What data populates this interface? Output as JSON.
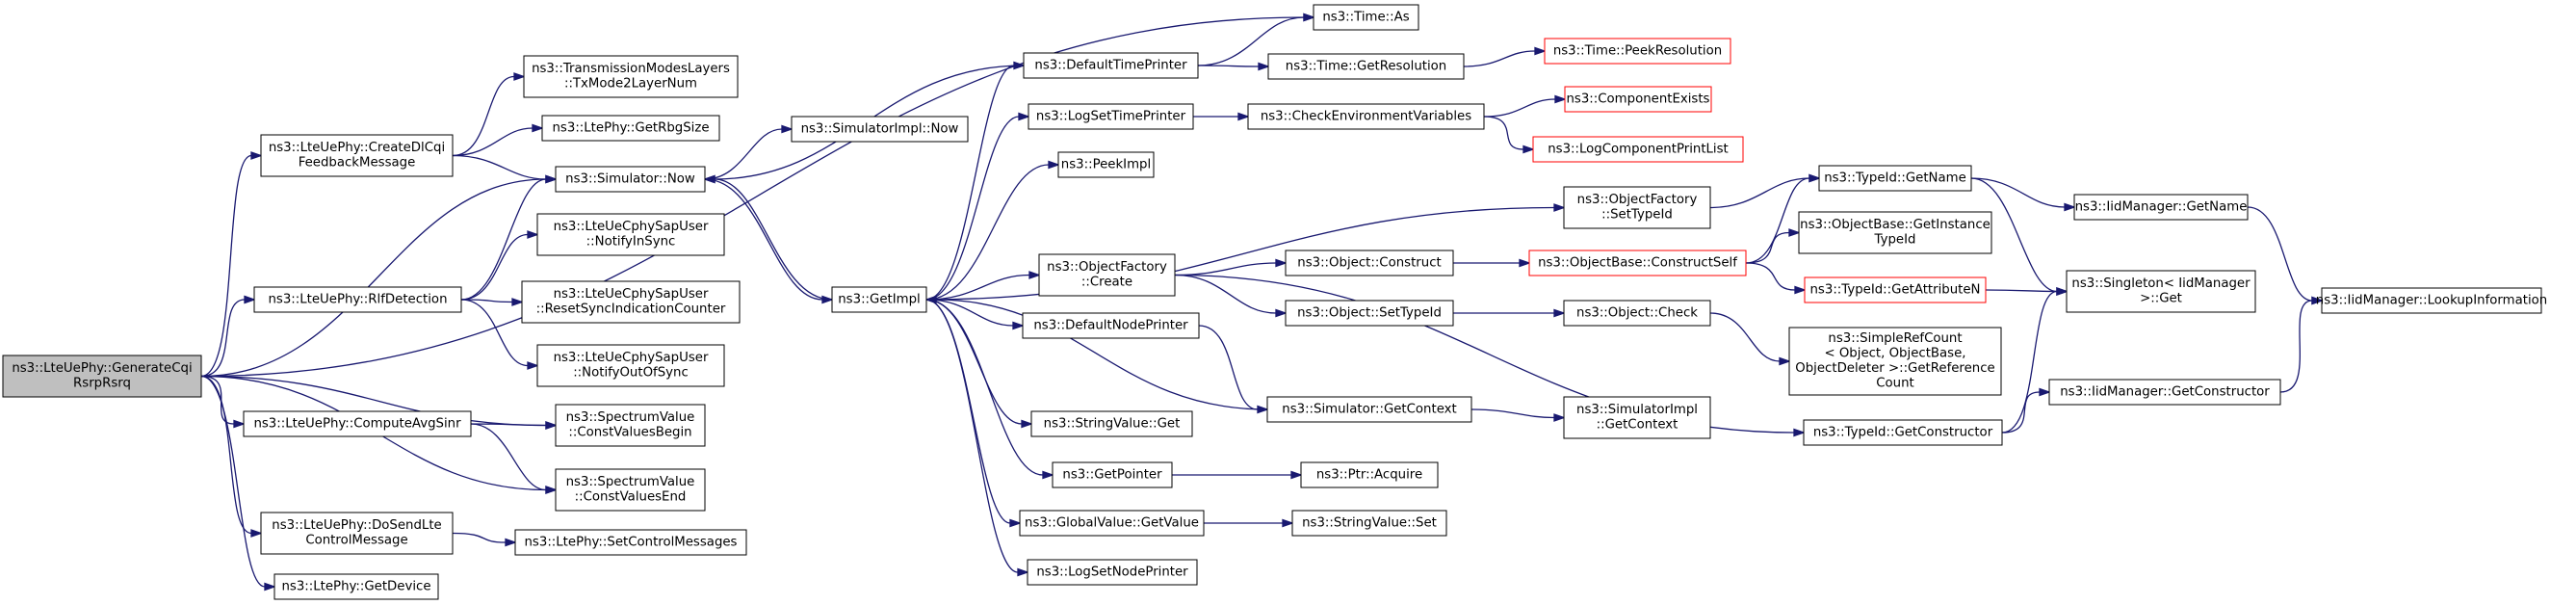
{
  "nodes": {
    "root": [
      "ns3::LteUePhy::GenerateCqi",
      "RsrpRsrq"
    ],
    "createDlCqi": [
      "ns3::LteUePhy::CreateDlCqi",
      "FeedbackMessage"
    ],
    "rlfDetection": [
      "ns3::LteUePhy::RlfDetection"
    ],
    "computeAvgSinr": [
      "ns3::LteUePhy::ComputeAvgSinr"
    ],
    "doSendLte": [
      "ns3::LteUePhy::DoSendLte",
      "ControlMessage"
    ],
    "getDevice": [
      "ns3::LtePhy::GetDevice"
    ],
    "txMode2Layer": [
      "ns3::TransmissionModesLayers",
      "::TxMode2LayerNum"
    ],
    "getRbgSize": [
      "ns3::LtePhy::GetRbgSize"
    ],
    "simNow": [
      "ns3::Simulator::Now"
    ],
    "notifyInSync": [
      "ns3::LteUeCphySapUser",
      "::NotifyInSync"
    ],
    "resetSync": [
      "ns3::LteUeCphySapUser",
      "::ResetSyncIndicationCounter"
    ],
    "notifyOutOfSync": [
      "ns3::LteUeCphySapUser",
      "::NotifyOutOfSync"
    ],
    "constBegin": [
      "ns3::SpectrumValue",
      "::ConstValuesBegin"
    ],
    "constEnd": [
      "ns3::SpectrumValue",
      "::ConstValuesEnd"
    ],
    "setCtrlMsgs": [
      "ns3::LtePhy::SetControlMessages"
    ],
    "simImplNow": [
      "ns3::SimulatorImpl::Now"
    ],
    "getImpl": [
      "ns3::GetImpl"
    ],
    "timeAs": [
      "ns3::Time::As"
    ],
    "defaultTimePrinter": [
      "ns3::DefaultTimePrinter"
    ],
    "getResolution": [
      "ns3::Time::GetResolution"
    ],
    "peekResolution": [
      "ns3::Time::PeekResolution"
    ],
    "logSetTimePrinter": [
      "ns3::LogSetTimePrinter"
    ],
    "checkEnv": [
      "ns3::CheckEnvironmentVariables"
    ],
    "componentExists": [
      "ns3::ComponentExists"
    ],
    "logComponentPrintList": [
      "ns3::LogComponentPrintList"
    ],
    "peekImpl": [
      "ns3::PeekImpl"
    ],
    "objFactorySetTypeId": [
      "ns3::ObjectFactory",
      "::SetTypeId"
    ],
    "objFactoryCreate": [
      "ns3::ObjectFactory",
      "::Create"
    ],
    "objectConstruct": [
      "ns3::Object::Construct"
    ],
    "objectBaseConstructSelf": [
      "ns3::ObjectBase::ConstructSelf"
    ],
    "typeIdGetName": [
      "ns3::TypeId::GetName"
    ],
    "iidGetName": [
      "ns3::IidManager::GetName"
    ],
    "getInstanceTypeId": [
      "ns3::ObjectBase::GetInstance",
      "TypeId"
    ],
    "getAttributeN": [
      "ns3::TypeId::GetAttributeN"
    ],
    "singletonGet": [
      "ns3::Singleton< IidManager",
      ">::Get"
    ],
    "lookupInfo": [
      "ns3::IidManager::LookupInformation"
    ],
    "objectSetTypeId": [
      "ns3::Object::SetTypeId"
    ],
    "objectCheck": [
      "ns3::Object::Check"
    ],
    "simpleRefCount": [
      "ns3::SimpleRefCount",
      "< Object, ObjectBase,",
      "ObjectDeleter >::GetReference",
      "Count"
    ],
    "defaultNodePrinter": [
      "ns3::DefaultNodePrinter"
    ],
    "simGetContext": [
      "ns3::Simulator::GetContext"
    ],
    "simImplGetContext": [
      "ns3::SimulatorImpl",
      "::GetContext"
    ],
    "typeIdGetConstructor": [
      "ns3::TypeId::GetConstructor"
    ],
    "iidGetConstructor": [
      "ns3::IidManager::GetConstructor"
    ],
    "stringValueGet": [
      "ns3::StringValue::Get"
    ],
    "getPointer": [
      "ns3::GetPointer"
    ],
    "ptrAcquire": [
      "ns3::Ptr::Acquire"
    ],
    "globalValueGetValue": [
      "ns3::GlobalValue::GetValue"
    ],
    "stringValueSet": [
      "ns3::StringValue::Set"
    ],
    "logSetNodePrinter": [
      "ns3::LogSetNodePrinter"
    ]
  },
  "edges": [
    [
      "root",
      "createDlCqi"
    ],
    [
      "root",
      "rlfDetection"
    ],
    [
      "root",
      "computeAvgSinr"
    ],
    [
      "root",
      "doSendLte"
    ],
    [
      "root",
      "getDevice"
    ],
    [
      "root",
      "simNow"
    ],
    [
      "root",
      "timeAs"
    ],
    [
      "root",
      "constBegin"
    ],
    [
      "root",
      "constEnd"
    ],
    [
      "createDlCqi",
      "txMode2Layer"
    ],
    [
      "createDlCqi",
      "getRbgSize"
    ],
    [
      "createDlCqi",
      "simNow"
    ],
    [
      "rlfDetection",
      "simNow"
    ],
    [
      "rlfDetection",
      "notifyInSync"
    ],
    [
      "rlfDetection",
      "resetSync"
    ],
    [
      "rlfDetection",
      "notifyOutOfSync"
    ],
    [
      "computeAvgSinr",
      "constBegin"
    ],
    [
      "computeAvgSinr",
      "constEnd"
    ],
    [
      "doSendLte",
      "setCtrlMsgs"
    ],
    [
      "simNow",
      "simImplNow"
    ],
    [
      "simNow",
      "getImpl"
    ],
    [
      "getImpl",
      "defaultTimePrinter"
    ],
    [
      "getImpl",
      "logSetTimePrinter"
    ],
    [
      "getImpl",
      "peekImpl"
    ],
    [
      "getImpl",
      "objFactorySetTypeId"
    ],
    [
      "getImpl",
      "objFactoryCreate"
    ],
    [
      "getImpl",
      "defaultNodePrinter"
    ],
    [
      "getImpl",
      "stringValueGet"
    ],
    [
      "getImpl",
      "getPointer"
    ],
    [
      "getImpl",
      "globalValueGetValue"
    ],
    [
      "getImpl",
      "logSetNodePrinter"
    ],
    [
      "getImpl",
      "simNow"
    ],
    [
      "defaultTimePrinter",
      "timeAs"
    ],
    [
      "defaultTimePrinter",
      "getResolution"
    ],
    [
      "defaultTimePrinter",
      "simNow"
    ],
    [
      "getResolution",
      "peekResolution"
    ],
    [
      "logSetTimePrinter",
      "checkEnv"
    ],
    [
      "checkEnv",
      "componentExists"
    ],
    [
      "checkEnv",
      "logComponentPrintList"
    ],
    [
      "objFactorySetTypeId",
      "typeIdGetName"
    ],
    [
      "objFactoryCreate",
      "objectConstruct"
    ],
    [
      "objFactoryCreate",
      "objectSetTypeId"
    ],
    [
      "objFactoryCreate",
      "typeIdGetConstructor"
    ],
    [
      "objectConstruct",
      "objectBaseConstructSelf"
    ],
    [
      "objectBaseConstructSelf",
      "typeIdGetName"
    ],
    [
      "objectBaseConstructSelf",
      "getInstanceTypeId"
    ],
    [
      "objectBaseConstructSelf",
      "getAttributeN"
    ],
    [
      "typeIdGetName",
      "iidGetName"
    ],
    [
      "typeIdGetName",
      "singletonGet"
    ],
    [
      "iidGetName",
      "lookupInfo"
    ],
    [
      "getAttributeN",
      "singletonGet"
    ],
    [
      "objectSetTypeId",
      "objectCheck"
    ],
    [
      "objectCheck",
      "simpleRefCount"
    ],
    [
      "defaultNodePrinter",
      "simGetContext"
    ],
    [
      "simGetContext",
      "simImplGetContext"
    ],
    [
      "simGetContext",
      "getImpl"
    ],
    [
      "typeIdGetConstructor",
      "singletonGet"
    ],
    [
      "typeIdGetConstructor",
      "iidGetConstructor"
    ],
    [
      "iidGetConstructor",
      "lookupInfo"
    ],
    [
      "getPointer",
      "ptrAcquire"
    ],
    [
      "globalValueGetValue",
      "stringValueSet"
    ]
  ]
}
